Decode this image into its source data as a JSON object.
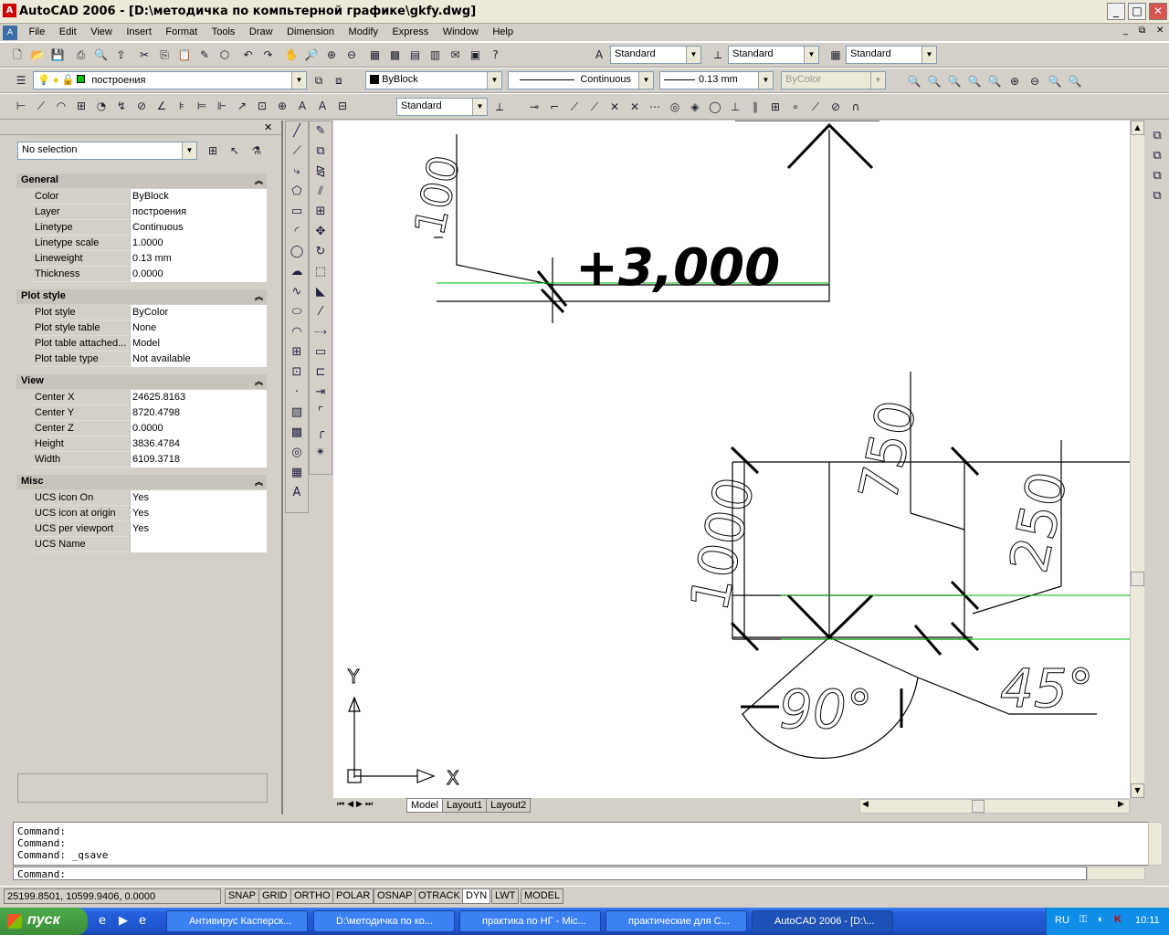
{
  "window": {
    "title": "AutoCAD 2006 - [D:\\методичка по компьтерной графике\\gkfy.dwg]"
  },
  "menu": [
    "File",
    "Edit",
    "View",
    "Insert",
    "Format",
    "Tools",
    "Draw",
    "Dimension",
    "Modify",
    "Express",
    "Window",
    "Help"
  ],
  "toolbar": {
    "text_style": "Standard",
    "dim_style": "Standard",
    "table_style": "Standard",
    "layer": "построения",
    "color": "ByBlock",
    "linetype": "Continuous",
    "lineweight": "0.13 mm",
    "plotstyle": "ByColor",
    "dim_style2": "Standard"
  },
  "properties": {
    "selection": "No selection",
    "sections": {
      "general": "General",
      "plot": "Plot style",
      "view": "View",
      "misc": "Misc"
    },
    "general": [
      {
        "k": "Color",
        "v": "ByBlock"
      },
      {
        "k": "Layer",
        "v": "построения"
      },
      {
        "k": "Linetype",
        "v": "Continuous"
      },
      {
        "k": "Linetype scale",
        "v": "1.0000"
      },
      {
        "k": "Lineweight",
        "v": "0.13 mm"
      },
      {
        "k": "Thickness",
        "v": "0.0000"
      }
    ],
    "plot": [
      {
        "k": "Plot style",
        "v": "ByColor"
      },
      {
        "k": "Plot style table",
        "v": "None"
      },
      {
        "k": "Plot table attached...",
        "v": "Model"
      },
      {
        "k": "Plot table type",
        "v": "Not available"
      }
    ],
    "view": [
      {
        "k": "Center X",
        "v": "24625.8163"
      },
      {
        "k": "Center Y",
        "v": "8720.4798"
      },
      {
        "k": "Center Z",
        "v": "0.0000"
      },
      {
        "k": "Height",
        "v": "3836.4784"
      },
      {
        "k": "Width",
        "v": "6109.3718"
      }
    ],
    "misc": [
      {
        "k": "UCS icon On",
        "v": "Yes"
      },
      {
        "k": "UCS icon at origin",
        "v": "Yes"
      },
      {
        "k": "UCS per viewport",
        "v": "Yes"
      },
      {
        "k": "UCS Name",
        "v": ""
      }
    ]
  },
  "drawing": {
    "dim_100": "100",
    "level": "+3,000",
    "dim_750": "750",
    "dim_1000": "1000",
    "dim_250": "250",
    "angle_90": "90°",
    "angle_45": "45°",
    "axis_y": "Y",
    "axis_x": "X",
    "line_color": "#000000",
    "guide_color": "#00b000"
  },
  "tabs": [
    "Model",
    "Layout1",
    "Layout2"
  ],
  "command": {
    "history": [
      "Command:",
      "Command:",
      "Command:  _qsave"
    ],
    "prompt": "Command:"
  },
  "status": {
    "coords": "25199.8501, 10599.9406, 0.0000",
    "buttons": [
      "SNAP",
      "GRID",
      "ORTHO",
      "POLAR",
      "OSNAP",
      "OTRACK",
      "DYN",
      "LWT",
      "MODEL"
    ]
  },
  "taskbar": {
    "start": "пуск",
    "tasks": [
      "Антивирус Касперск...",
      "D:\\методичка по ко...",
      "практика по НГ - Mic...",
      "практические для С...",
      "AutoCAD 2006 - [D:\\..."
    ],
    "lang": "RU",
    "clock": "10:11"
  }
}
